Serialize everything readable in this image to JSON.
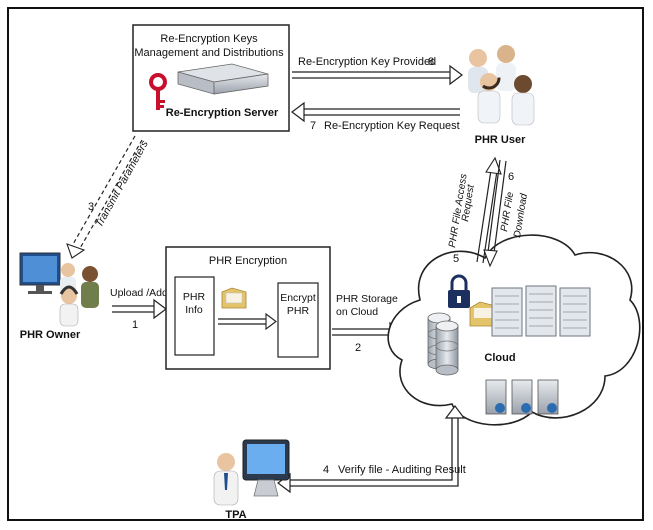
{
  "server_box": {
    "title_line1": "Re-Encryption Keys",
    "title_line2": "Management and Distributions",
    "server_label": "Re-Encryption Server"
  },
  "arrows": {
    "key_provided": "Re-Encryption Key Provided",
    "key_provided_num": "8",
    "key_request": "Re-Encryption Key Request",
    "key_request_num": "7",
    "transmit": "Transmit Parameters",
    "transmit_num": "3",
    "upload": "Upload /Add",
    "upload_num": "1",
    "storage_line1": "PHR Storage",
    "storage_line2": "on Cloud",
    "storage_num": "2",
    "access_line1": "PHR File Access",
    "access_line2": "Request",
    "access_num": "5",
    "download_line1": "PHR File",
    "download_line2": "Download",
    "download_num": "6",
    "verify": "Verify file - Auditing Result",
    "verify_num": "4"
  },
  "encryption_box": {
    "title": "PHR Encryption",
    "info_line1": "PHR",
    "info_line2": "Info",
    "encrypt_line1": "Encrypt",
    "encrypt_line2": "PHR"
  },
  "actors": {
    "owner": "PHR Owner",
    "user": "PHR User",
    "tpa": "TPA",
    "cloud": "Cloud"
  },
  "colors": {
    "line": "#222222",
    "key_red": "#c8102e",
    "server_gray": "#b9bec6",
    "folder": "#e4c46a",
    "monitor_blue": "#2b6cb0",
    "cloud_fill": "#ffffff"
  }
}
